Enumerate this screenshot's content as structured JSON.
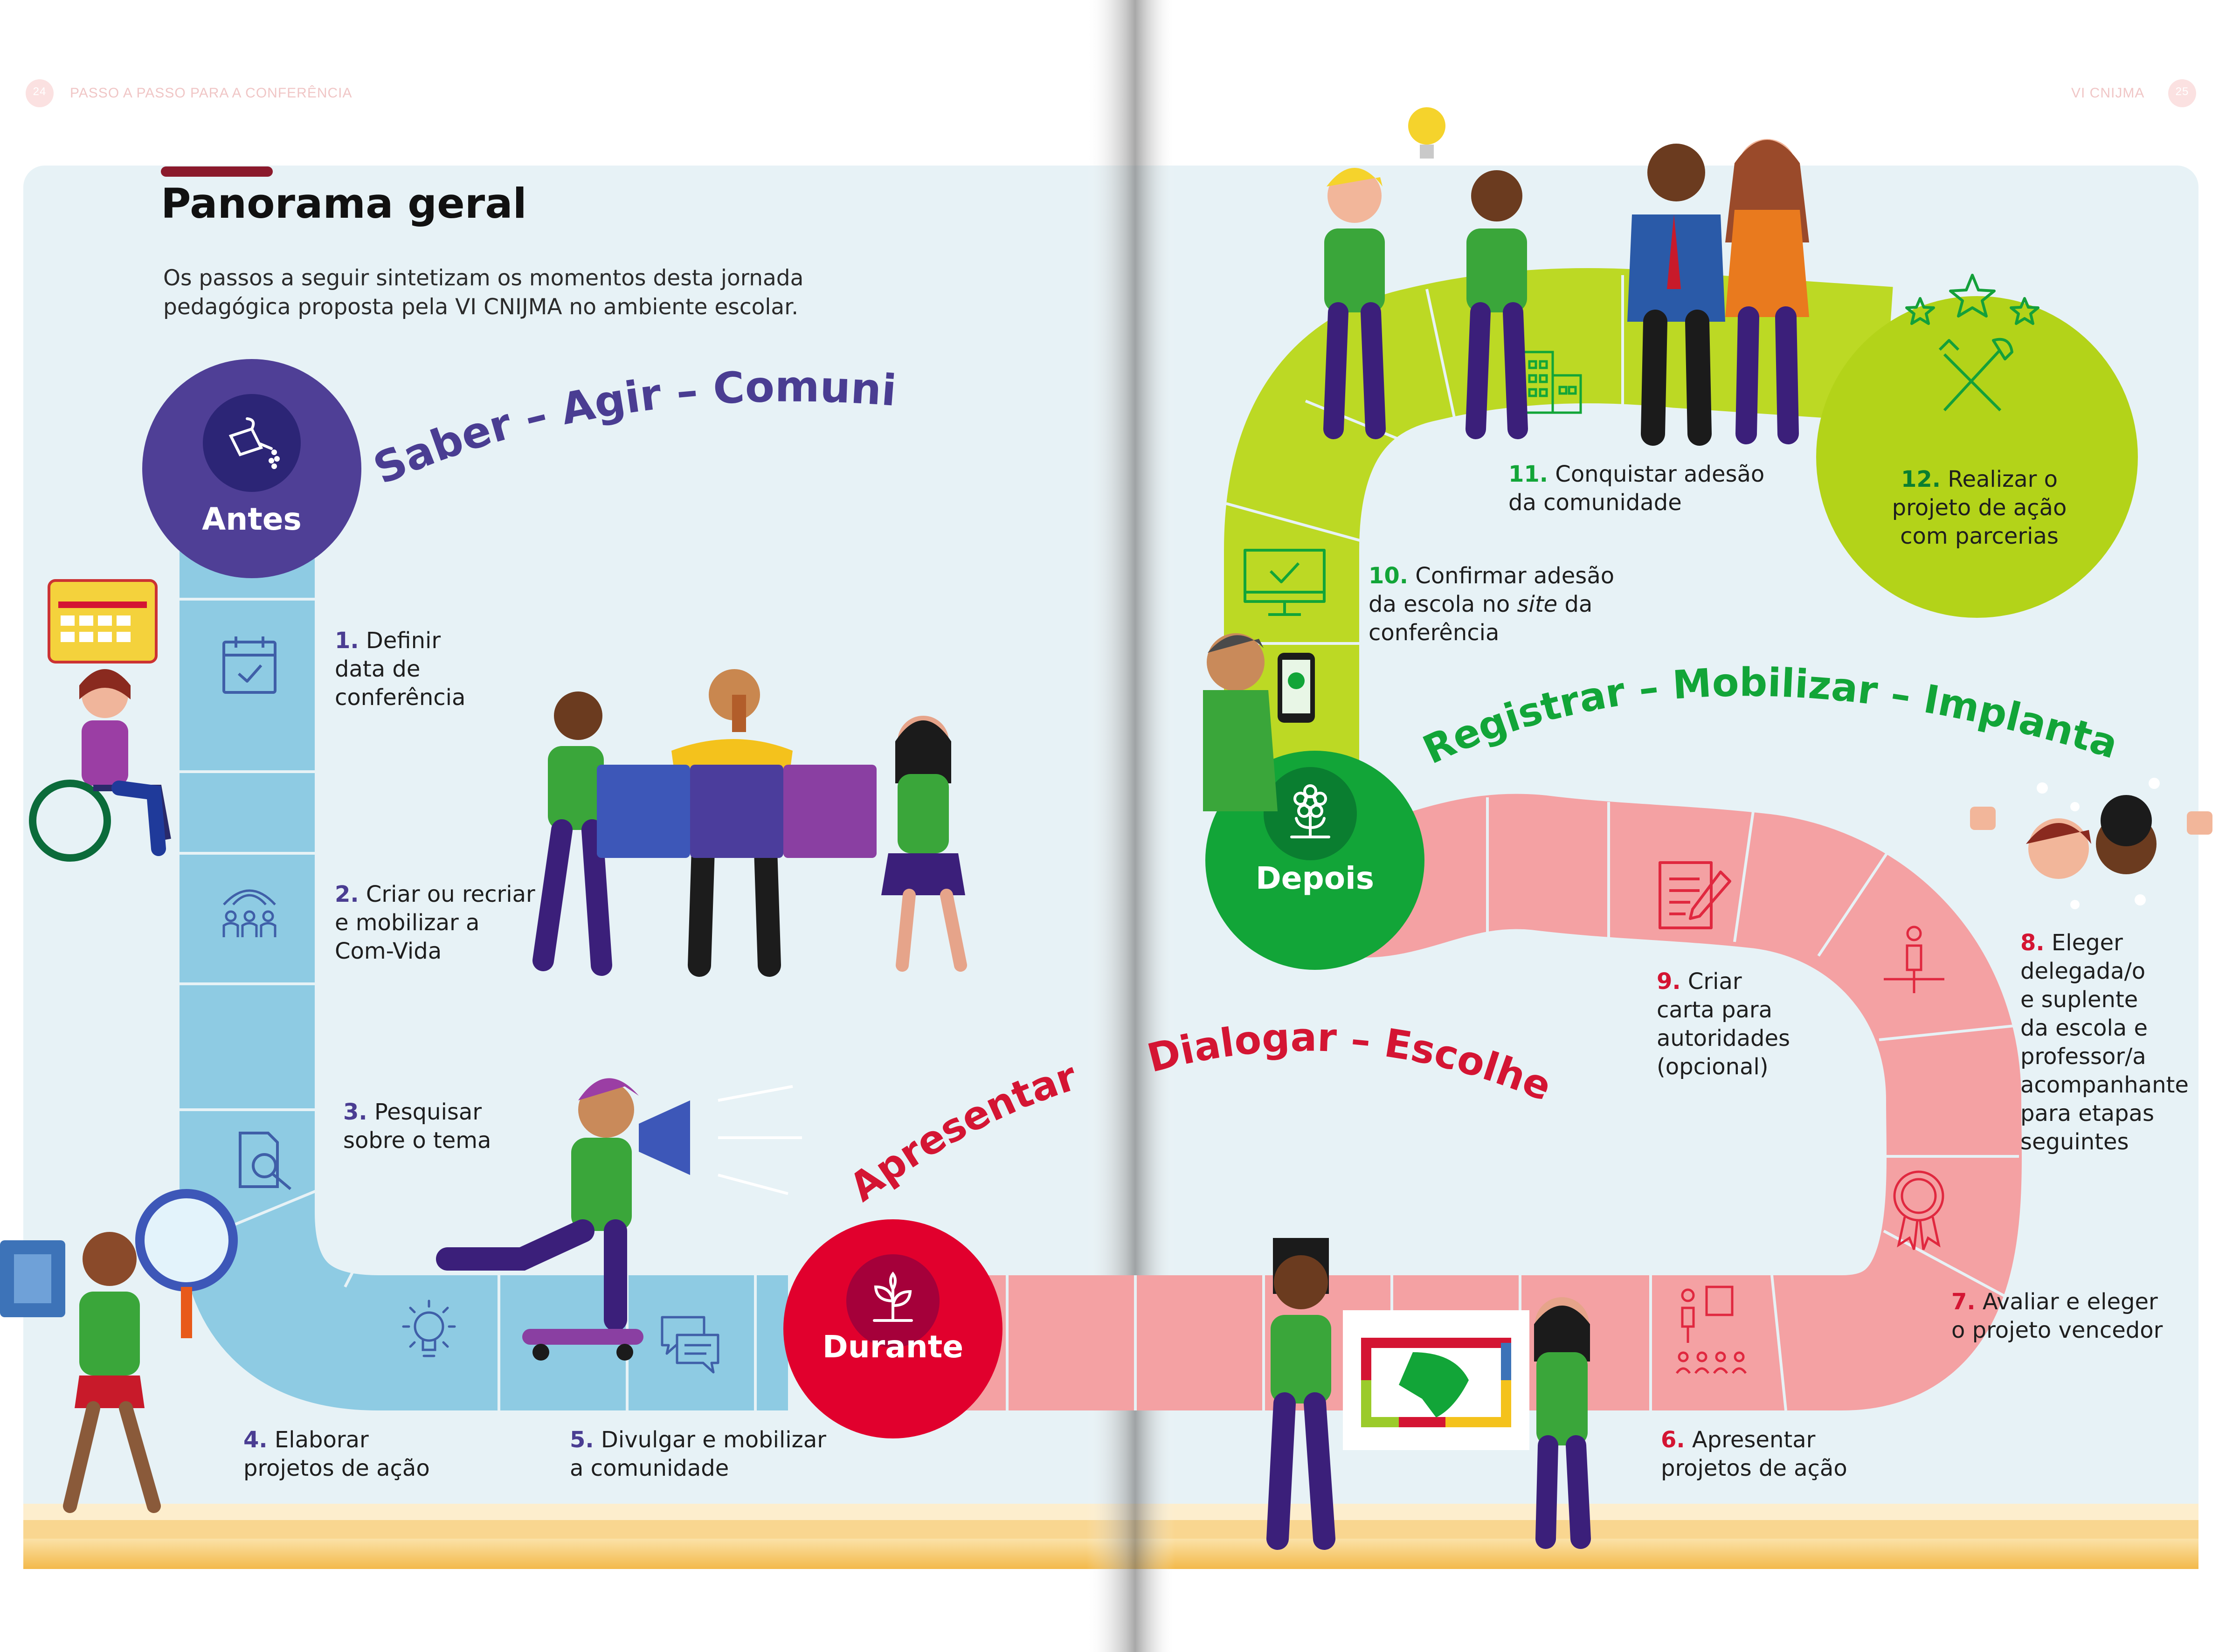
{
  "header": {
    "left_running_head": "PASSO A PASSO PARA A CONFERÊNCIA",
    "left_page_number": "24",
    "right_running_head": "VI CNIJMA",
    "right_page_number": "25"
  },
  "title": "Panorama geral",
  "intro_line1": "Os passos a seguir sintetizam os momentos desta jornada",
  "intro_line2": "pedagógica proposta pela VI CNIJMA no ambiente escolar.",
  "colors": {
    "page_bg": "#e7f2f6",
    "blue_path": "#8ecbe3",
    "pink_path": "#f4a1a3",
    "green_path": "#bcd924",
    "purple_badge": "#4f3f96",
    "red_badge": "#e1002d",
    "green_badge": "#12a538",
    "lime_circle": "#b3d319",
    "step_purple": "#4a3d92",
    "step_red": "#d41533",
    "step_green": "#12a538",
    "title_bar": "#8b1a2c"
  },
  "phases": {
    "antes": {
      "label": "Antes",
      "icon": "watering-can-icon",
      "tagline": "Saber – Agir – Comunicar"
    },
    "durante": {
      "label": "Durante",
      "icon": "sprout-icon",
      "tagline_part1": "Apresentar –",
      "tagline_part2": "Dialogar – Escolher"
    },
    "depois": {
      "label": "Depois",
      "icon": "flower-icon",
      "tagline": "Registrar  – Mobilizar  – Implantar"
    }
  },
  "steps": {
    "s1": {
      "num": "1.",
      "lines": [
        "Definir",
        "data de",
        "conferência"
      ],
      "icon": "calendar-check-icon"
    },
    "s2": {
      "num": "2.",
      "lines": [
        "Criar ou recriar",
        "e mobilizar a",
        "Com-Vida"
      ],
      "icon": "group-people-icon"
    },
    "s3": {
      "num": "3.",
      "lines": [
        "Pesquisar",
        "sobre o tema"
      ],
      "icon": "document-search-icon"
    },
    "s4": {
      "num": "4.",
      "lines": [
        "Elaborar",
        "projetos de ação"
      ],
      "icon": "lightbulb-icon"
    },
    "s5": {
      "num": "5.",
      "lines": [
        "Divulgar e mobilizar",
        "a comunidade"
      ],
      "icon": "chat-bubbles-icon"
    },
    "s6": {
      "num": "6.",
      "lines": [
        "Apresentar",
        "projetos de ação"
      ],
      "icon": "presenter-audience-icon"
    },
    "s7": {
      "num": "7.",
      "lines": [
        "Avaliar e eleger",
        "o projeto vencedor"
      ],
      "icon": "award-ribbon-icon"
    },
    "s8": {
      "num": "8.",
      "lines": [
        "Eleger",
        "delegada/o",
        "e suplente",
        "da escola e",
        "professor/a",
        "acompanhante",
        "para etapas",
        "seguintes"
      ],
      "icon": "podium-person-icon"
    },
    "s9": {
      "num": "9.",
      "lines": [
        "Criar",
        "carta para",
        "autoridades",
        "(opcional)"
      ],
      "icon": "letter-pen-icon"
    },
    "s10": {
      "num": "10.",
      "line1": "Confirmar adesão",
      "line2": "da escola no ",
      "line2_em": "site",
      "line2_tail": " da",
      "line3": "conferência",
      "icon": "monitor-check-icon"
    },
    "s11": {
      "num": "11.",
      "lines": [
        "Conquistar adesão",
        "da comunidade"
      ],
      "icon": "buildings-icon"
    },
    "s12": {
      "num": "12.",
      "lines": [
        "Realizar o",
        "projeto de ação",
        "com parcerias"
      ],
      "icon": "stars-tools-icon"
    }
  }
}
